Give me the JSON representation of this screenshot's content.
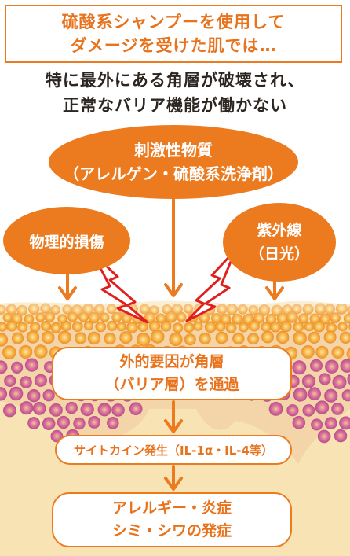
{
  "title": {
    "line1": "硫酸系シャンプーを使用して",
    "line2": "ダメージを受けた肌では…"
  },
  "subtitle": {
    "line1": "特に最外にある角層が破壊され、",
    "line2": "正常なバリア機能が働かない"
  },
  "factors": {
    "main": {
      "line1": "刺激性物質",
      "line2": "（アレルゲン・硫酸系洗浄剤）"
    },
    "left": {
      "label": "物理的損傷"
    },
    "right": {
      "line1": "紫外線",
      "line2": "（日光）"
    }
  },
  "flow": {
    "step1": {
      "line1": "外的要因が角層",
      "line2": "（バリア層）を通過"
    },
    "step2": {
      "label": "サイトカイン発生（IL-1α・IL-4等）"
    },
    "step3": {
      "line1": "アレルギー・炎症",
      "line2": "シミ・シワの発症"
    }
  },
  "colors": {
    "accent": "#ec7a1f",
    "text_dark": "#2c2520",
    "skin_base": "#f7e3b4",
    "cell_orange": "#f3a23a",
    "cell_pink": "#d46aa0"
  },
  "icons": {
    "arrows": "arrow-down-icon",
    "lightning": "lightning-icon"
  }
}
